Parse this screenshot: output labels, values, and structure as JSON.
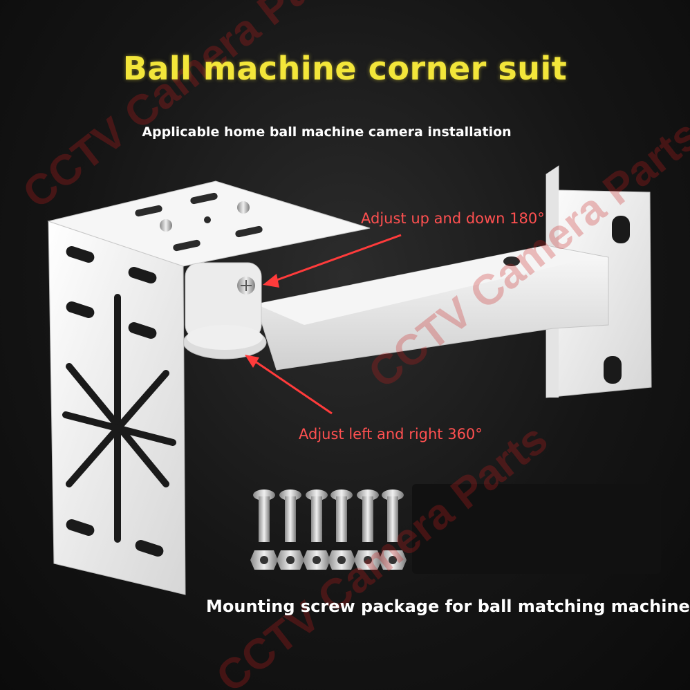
{
  "title": "Ball machine corner suit",
  "subtitle": "Applicable home ball machine camera installation",
  "callouts": {
    "up_down": "Adjust up and down 180°",
    "left_right": "Adjust left and right 360°"
  },
  "bottom_caption": "Mounting screw package for ball matching machine",
  "watermark": "CCTV Camera Parts",
  "colors": {
    "title": "#f3e63a",
    "callout": "#ff5050",
    "text": "#ffffff"
  }
}
